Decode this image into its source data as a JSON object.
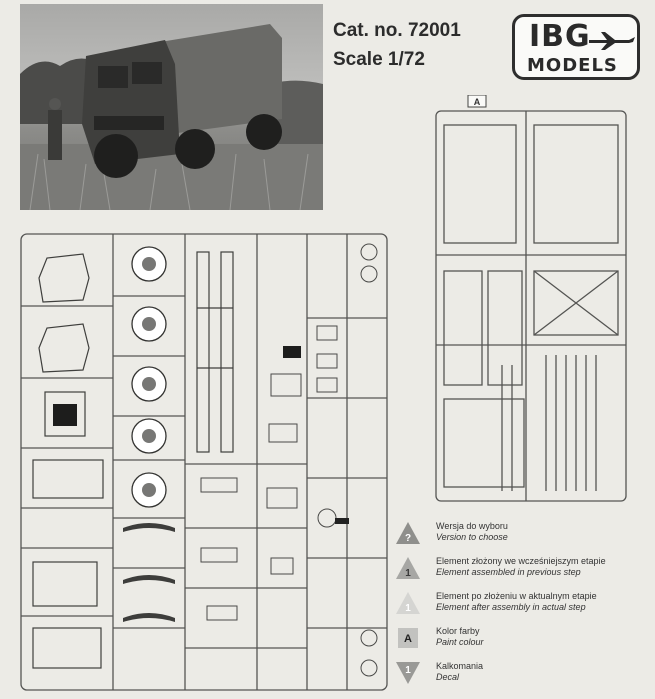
{
  "header": {
    "catalog": "Cat. no. 72001",
    "scale": "Scale 1/72"
  },
  "logo": {
    "brand": "IBG",
    "subtitle": "MODELS"
  },
  "sprue": {
    "tag": "A"
  },
  "legend": [
    {
      "symbol": "?",
      "shape": "triangle-up",
      "fill": "#8f8f8c",
      "text_color": "#ffffff",
      "pl": "Wersja do wyboru",
      "en": "Version to choose"
    },
    {
      "symbol": "1",
      "shape": "triangle-up",
      "fill": "#a7a7a4",
      "text_color": "#3a3a3a",
      "pl": "Element złożony we wcześniejszym etapie",
      "en": "Element assembled in previous step"
    },
    {
      "symbol": "1",
      "shape": "triangle-up",
      "fill": "#d5d5d2",
      "text_color": "#ffffff",
      "pl": "Element po złożeniu w aktualnym etapie",
      "en": "Element after assembly in actual step"
    },
    {
      "symbol": "A",
      "shape": "square",
      "fill": "#c2c2bf",
      "text_color": "#222222",
      "pl": "Kolor farby",
      "en": "Paint colour"
    },
    {
      "symbol": "1",
      "shape": "triangle-down",
      "fill": "#999996",
      "text_color": "#ffffff",
      "pl": "Kalkomania",
      "en": "Decal"
    }
  ]
}
